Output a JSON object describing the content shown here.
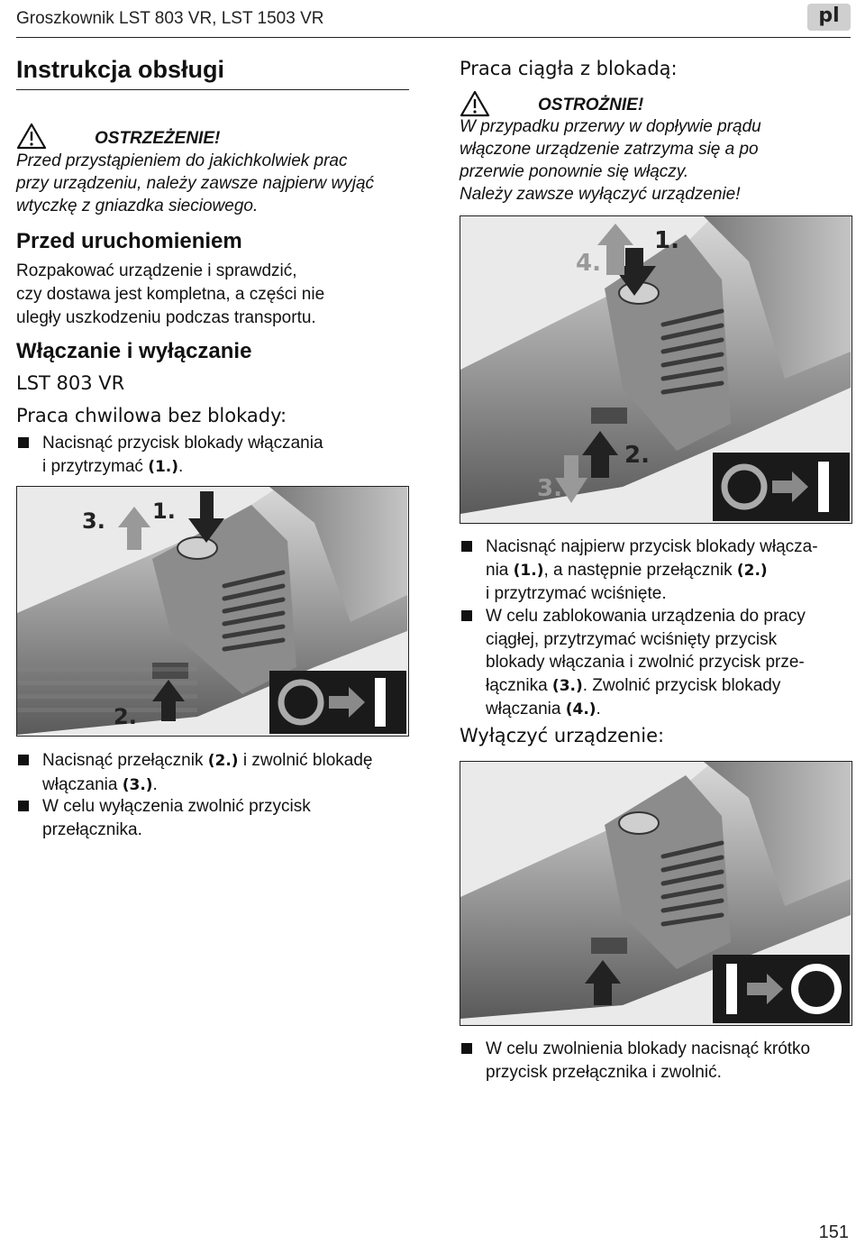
{
  "header": {
    "title": "Groszkownik LST 803 VR, LST 1503 VR",
    "lang": "pl"
  },
  "left": {
    "title": "Instrukcja obsługi",
    "warning_head": "OSTRZEŻENIE!",
    "warning_lines": [
      "Przed przystąpieniem do jakichkolwiek prac",
      "przy urządzeniu, należy zawsze najpierw wyjąć",
      "wtyczkę z gniazdka sieciowego."
    ],
    "section1_title": "Przed uruchomieniem",
    "section1_lines": [
      "Rozpakować urządzenie i sprawdzić,",
      "czy dostawa jest kompletna, a części nie",
      "uległy uszkodzeniu podczas transportu."
    ],
    "section2_title": "Włączanie i wyłączanie",
    "model": "LST 803 VR",
    "sub_title": "Praca chwilowa bez blokady:",
    "bullet1": [
      "Nacisnąć przycisk blokady włączania",
      "i przytrzymać ",
      "(1.)",
      "."
    ],
    "figure1_labels": {
      "l1": "1.",
      "l2": "2.",
      "l3": "3."
    },
    "bullet2": [
      "Nacisnąć przełącznik ",
      "(2.)",
      " i zwolnić blokadę",
      "włączania ",
      "(3.)",
      "."
    ],
    "bullet3": [
      "W celu wyłączenia zwolnić przycisk",
      "przełącznika."
    ]
  },
  "right": {
    "title": "Praca ciągła z blokadą:",
    "caution_head": "OSTROŻNIE!",
    "caution_lines": [
      "W przypadku przerwy w dopływie prądu",
      "włączone urządzenie zatrzyma się a po",
      "przerwie ponownie się włączy.",
      "Należy zawsze wyłączyć urządzenie!"
    ],
    "figure2_labels": {
      "l1": "1.",
      "l2": "2.",
      "l3": "3.",
      "l4": "4."
    },
    "bullet1": [
      "Nacisnąć najpierw przycisk blokady włącza-",
      "nia ",
      "(1.)",
      ", a następnie przełącznik ",
      "(2.)",
      "i przytrzymać wciśnięte."
    ],
    "bullet2": [
      "W celu zablokowania urządzenia do pracy",
      "ciągłej, przytrzymać wciśnięty przycisk",
      "blokady włączania i zwolnić przycisk prze-",
      "łącznika ",
      "(3.)",
      ". Zwolnić przycisk blokady",
      "włączania ",
      "(4.)",
      "."
    ],
    "sub_title": "Wyłączyć urządzenie:",
    "bullet3": [
      "W celu zwolnienia blokady nacisnąć krótko",
      "przycisk przełącznika i zwolnić."
    ]
  },
  "page_number": "151"
}
